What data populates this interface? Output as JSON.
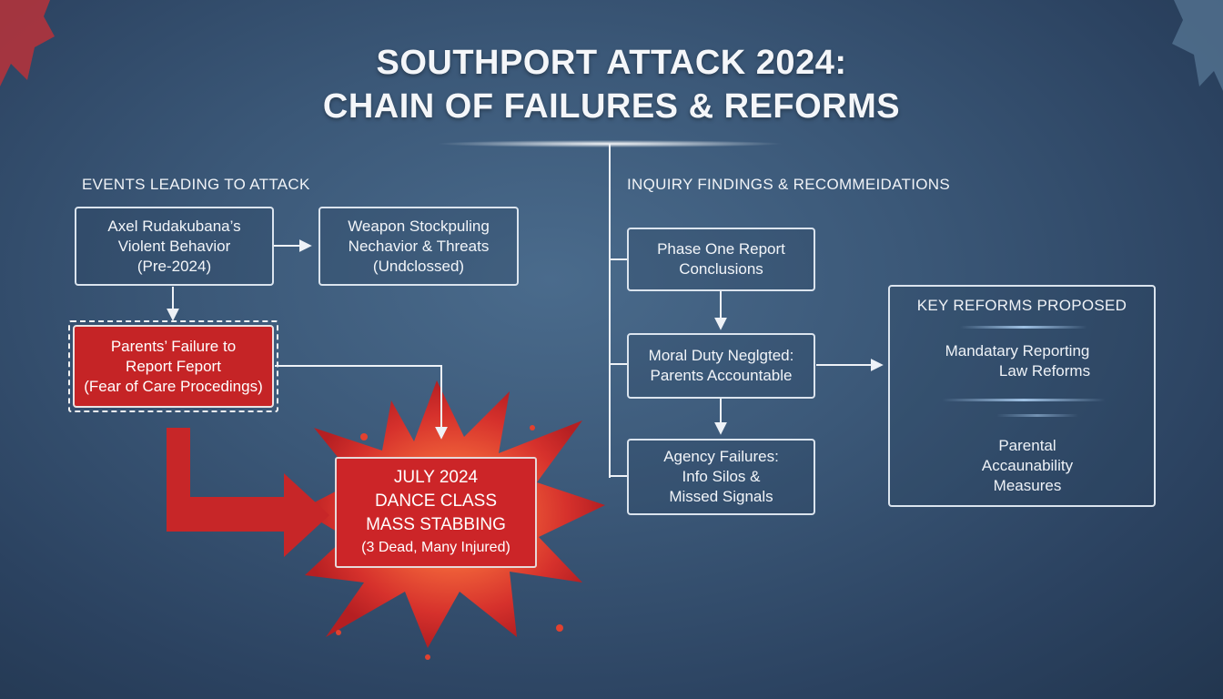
{
  "title": {
    "line1": "SOUTHPORT ATTACK 2024:",
    "line2": "CHAIN OF FAILURES & REFORMS"
  },
  "left_section": {
    "heading": "EVENTS LEADING TO ATTACK",
    "behavior_node": [
      "Axel Rudakubana’s",
      "Violent Behavior",
      "(Pre-2024)"
    ],
    "weapon_node": [
      "Weapon Stockpuling",
      "Nechavior & Threats",
      "(Undclossed)"
    ],
    "parents_node": [
      "Parents’ Failure to",
      "Report Feport",
      "(Fear of Care Procedings)"
    ],
    "attack_node": {
      "line1": "JULY 2024",
      "line2": "DANCE CLASS",
      "line3": "MASS STABBING",
      "line4": "(3 Dead, Many Injured)"
    }
  },
  "right_section": {
    "heading": "INQUIRY FINDINGS & RECOMMEIDATIONS",
    "phase_node": [
      "Phase One Report",
      "Conclusions"
    ],
    "moral_node": [
      "Moral Duty Neglgted:",
      "Parents Accountable"
    ],
    "agency_node": [
      "Agency Failures:",
      "Info Silos &",
      "Missed Signals"
    ]
  },
  "reforms": {
    "heading": "KEY REFORMS PROPOSED",
    "item1": [
      "Mandatary Reporting",
      "Law Reforms"
    ],
    "item2": [
      "Parental",
      "Accaunability",
      "Measures"
    ]
  },
  "colors": {
    "accent_red": "#c52426",
    "line_white": "#eef2f7",
    "background": "#3b5878"
  }
}
